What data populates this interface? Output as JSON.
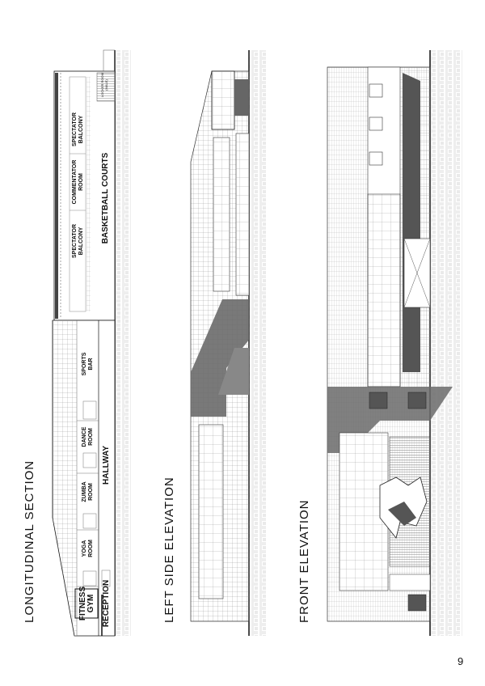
{
  "page_number": "9",
  "drawings": {
    "longitudinal_section": {
      "title": "LONGITUDINAL SECTION",
      "rooms": {
        "locker_room": "LOCKER ROOM",
        "locker_room_sub": "(MALE)",
        "spectator_balcony_1a": "SPECTATOR",
        "spectator_balcony_1b": "BALCONY",
        "commentator_a": "COMMENTATOR",
        "commentator_b": "ROOM",
        "spectator_balcony_2a": "SPECTATOR",
        "spectator_balcony_2b": "BALCONY",
        "basketball_courts": "BASKETBALL COURTS",
        "sports_bar_a": "SPORTS",
        "sports_bar_b": "BAR",
        "dance_a": "DANCE",
        "dance_b": "ROOM",
        "hallway": "HALLWAY",
        "zumba_a": "ZUMBA",
        "zumba_b": "ROOM",
        "yoga_a": "YOGA",
        "yoga_b": "ROOM",
        "fitness_a": "FITNESS",
        "fitness_b": "GYM",
        "reception": "RECEPTION"
      }
    },
    "left_side_elevation": {
      "title": "LEFT SIDE ELEVATION"
    },
    "front_elevation": {
      "title": "FRONT ELEVATION"
    }
  }
}
